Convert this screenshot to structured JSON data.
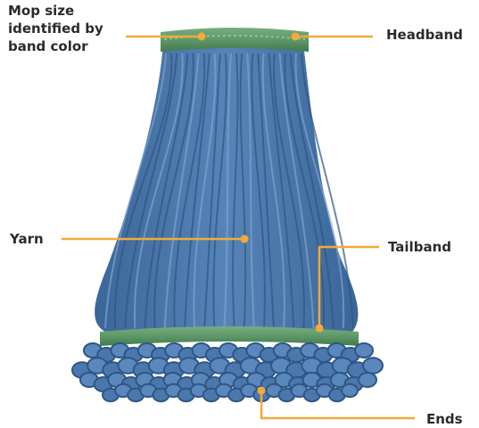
{
  "diagram": {
    "subject": "string mop head",
    "labels": {
      "size_line1": "Mop size",
      "size_line2": "identified by",
      "size_line3": "band color",
      "headband": "Headband",
      "yarn": "Yarn",
      "tailband": "Tailband",
      "ends": "Ends"
    }
  },
  "colors": {
    "leader": "#f3a93b",
    "yarn": "#4a78ad",
    "yarn_dark": "#345d8f",
    "yarn_light": "#7fa3cc",
    "band": "#5f9868",
    "band_dark": "#3f7a4d",
    "text": "#2b2b2b"
  }
}
